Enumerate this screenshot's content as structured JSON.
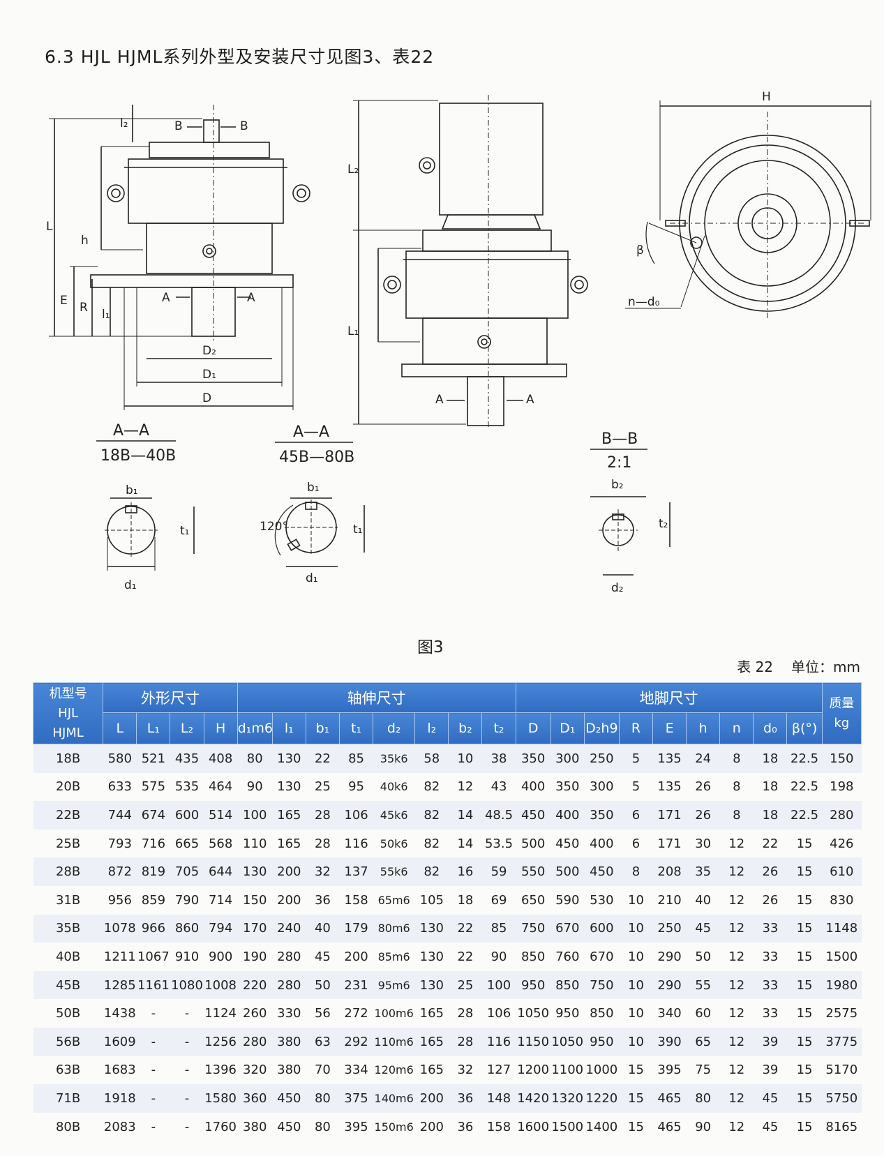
{
  "heading": "6.3 HJL HJML系列外型及安装尺寸见图3、表22",
  "figure": {
    "caption": "图3",
    "labels": {
      "L": "L",
      "l2": "l₂",
      "h": "h",
      "E": "E",
      "R": "R",
      "l1": "l₁",
      "B": "B",
      "A": "A",
      "D2": "D₂",
      "D1": "D₁",
      "D": "D",
      "L2": "L₂",
      "L1": "L₁",
      "H": "H",
      "beta": "β",
      "ndo": "n—d₀",
      "b1": "b₁",
      "t1": "t₁",
      "d1": "d₁",
      "b2": "b₂",
      "t2": "t₂",
      "d2": "d₂",
      "angle": "120°"
    },
    "sections": {
      "aa1_title": "A—A",
      "aa1_range": "18B—40B",
      "aa2_title": "A—A",
      "aa2_range": "45B—80B",
      "bb_title": "B—B",
      "bb_scale": "2:1"
    }
  },
  "table": {
    "caption": "表 22",
    "unit": "单位：mm",
    "model_header": [
      "机型号",
      "HJL",
      "HJML"
    ],
    "groups": [
      "外形尺寸",
      "轴伸尺寸",
      "地脚尺寸"
    ],
    "mass_header": [
      "质量",
      "kg"
    ],
    "columns": [
      "L",
      "L₁",
      "L₂",
      "H",
      "d₁m6",
      "l₁",
      "b₁",
      "t₁",
      "d₂",
      "l₂",
      "b₂",
      "t₂",
      "D",
      "D₁",
      "D₂h9",
      "R",
      "E",
      "h",
      "n",
      "d₀",
      "β(°)"
    ],
    "rows": [
      [
        "18B",
        "580",
        "521",
        "435",
        "408",
        "80",
        "130",
        "22",
        "85",
        "35k6",
        "58",
        "10",
        "38",
        "350",
        "300",
        "250",
        "5",
        "135",
        "24",
        "8",
        "18",
        "22.5",
        "150"
      ],
      [
        "20B",
        "633",
        "575",
        "535",
        "464",
        "90",
        "130",
        "25",
        "95",
        "40k6",
        "82",
        "12",
        "43",
        "400",
        "350",
        "300",
        "5",
        "135",
        "26",
        "8",
        "18",
        "22.5",
        "198"
      ],
      [
        "22B",
        "744",
        "674",
        "600",
        "514",
        "100",
        "165",
        "28",
        "106",
        "45k6",
        "82",
        "14",
        "48.5",
        "450",
        "400",
        "350",
        "6",
        "171",
        "26",
        "8",
        "18",
        "22.5",
        "280"
      ],
      [
        "25B",
        "793",
        "716",
        "665",
        "568",
        "110",
        "165",
        "28",
        "116",
        "50k6",
        "82",
        "14",
        "53.5",
        "500",
        "450",
        "400",
        "6",
        "171",
        "30",
        "12",
        "22",
        "15",
        "426"
      ],
      [
        "28B",
        "872",
        "819",
        "705",
        "644",
        "130",
        "200",
        "32",
        "137",
        "55k6",
        "82",
        "16",
        "59",
        "550",
        "500",
        "450",
        "8",
        "208",
        "35",
        "12",
        "26",
        "15",
        "610"
      ],
      [
        "31B",
        "956",
        "859",
        "790",
        "714",
        "150",
        "200",
        "36",
        "158",
        "65m6",
        "105",
        "18",
        "69",
        "650",
        "590",
        "530",
        "10",
        "210",
        "40",
        "12",
        "26",
        "15",
        "830"
      ],
      [
        "35B",
        "1078",
        "966",
        "860",
        "794",
        "170",
        "240",
        "40",
        "179",
        "80m6",
        "130",
        "22",
        "85",
        "750",
        "670",
        "600",
        "10",
        "250",
        "45",
        "12",
        "33",
        "15",
        "1148"
      ],
      [
        "40B",
        "1211",
        "1067",
        "910",
        "900",
        "190",
        "280",
        "45",
        "200",
        "85m6",
        "130",
        "22",
        "90",
        "850",
        "760",
        "670",
        "10",
        "290",
        "50",
        "12",
        "33",
        "15",
        "1500"
      ],
      [
        "45B",
        "1285",
        "1161",
        "1080",
        "1008",
        "220",
        "280",
        "50",
        "231",
        "95m6",
        "130",
        "25",
        "100",
        "950",
        "850",
        "750",
        "10",
        "290",
        "55",
        "12",
        "33",
        "15",
        "1980"
      ],
      [
        "50B",
        "1438",
        "-",
        "-",
        "1124",
        "260",
        "330",
        "56",
        "272",
        "100m6",
        "165",
        "28",
        "106",
        "1050",
        "950",
        "850",
        "10",
        "340",
        "60",
        "12",
        "33",
        "15",
        "2575"
      ],
      [
        "56B",
        "1609",
        "-",
        "-",
        "1256",
        "280",
        "380",
        "63",
        "292",
        "110m6",
        "165",
        "28",
        "116",
        "1150",
        "1050",
        "950",
        "10",
        "390",
        "65",
        "12",
        "39",
        "15",
        "3775"
      ],
      [
        "63B",
        "1683",
        "-",
        "-",
        "1396",
        "320",
        "380",
        "70",
        "334",
        "120m6",
        "165",
        "32",
        "127",
        "1200",
        "1100",
        "1000",
        "15",
        "395",
        "75",
        "12",
        "39",
        "15",
        "5170"
      ],
      [
        "71B",
        "1918",
        "-",
        "-",
        "1580",
        "360",
        "450",
        "80",
        "375",
        "140m6",
        "200",
        "36",
        "148",
        "1420",
        "1320",
        "1220",
        "15",
        "465",
        "80",
        "12",
        "45",
        "15",
        "5750"
      ],
      [
        "80B",
        "2083",
        "-",
        "-",
        "1760",
        "380",
        "450",
        "80",
        "395",
        "150m6",
        "200",
        "36",
        "158",
        "1600",
        "1500",
        "1400",
        "15",
        "465",
        "90",
        "12",
        "45",
        "15",
        "8165"
      ]
    ]
  }
}
